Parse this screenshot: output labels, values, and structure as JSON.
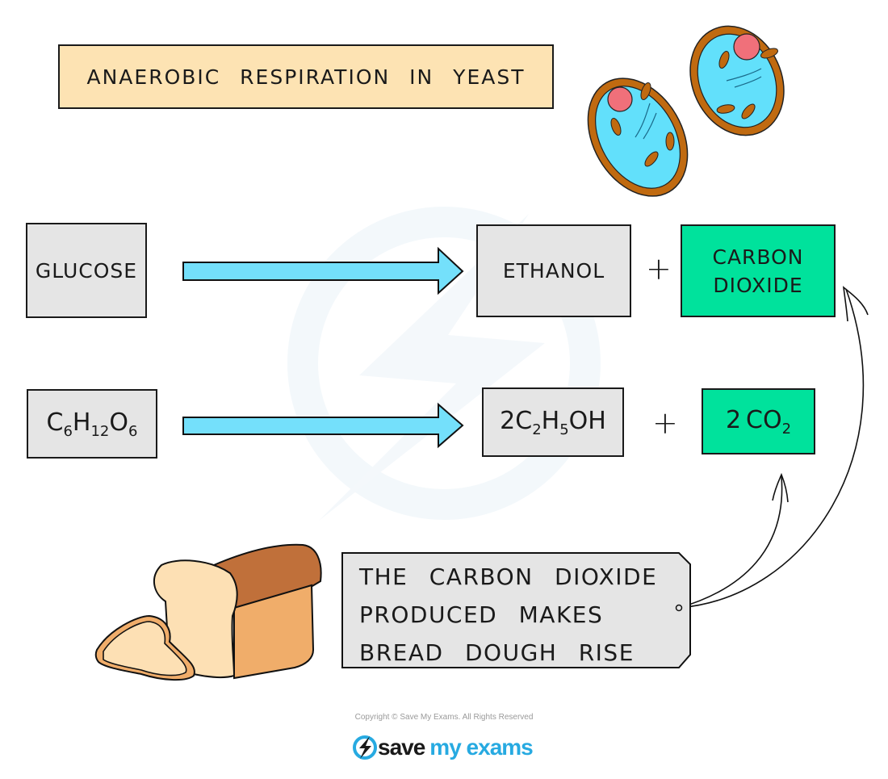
{
  "title": "ANAEROBIC RESPIRATION IN YEAST",
  "word_equation": {
    "reactant": "GLUCOSE",
    "product_1": "ETHANOL",
    "plus": "+",
    "product_2_line1": "CARBON",
    "product_2_line2": "DIOXIDE"
  },
  "symbol_equation": {
    "reactant": {
      "parts": [
        [
          "C",
          "6"
        ],
        [
          "H",
          "12"
        ],
        [
          "O",
          "6"
        ]
      ]
    },
    "product_1": {
      "coefficient": "2",
      "parts": [
        [
          "C",
          "2"
        ],
        [
          "H",
          "5"
        ],
        [
          "OH",
          ""
        ]
      ]
    },
    "plus": "+",
    "product_2": {
      "coefficient": "2",
      "parts": [
        [
          "CO",
          "2"
        ]
      ]
    }
  },
  "note": {
    "lines": [
      "THE CARBON DIOXIDE",
      "PRODUCED MAKES",
      "BREAD DOUGH RISE"
    ]
  },
  "illustrations": {
    "cells": "yeast-cells",
    "bread": "bread-loaf"
  },
  "colors": {
    "title_fill": "#fde3b3",
    "reactant_fill": "#e5e5e5",
    "co2_fill": "#00e29c",
    "arrow_fill": "#74e0fb",
    "cell_wall": "#c06a10",
    "cytoplasm": "#62e0fb",
    "nucleus": "#f0707a",
    "crust": "#c0703a",
    "crumb": "#fde0b4",
    "side": "#f0ad6a",
    "brand_blue": "#27aae1"
  },
  "footer": {
    "copyright": "Copyright © Save My Exams. All Rights Reserved",
    "logo_save": "save",
    "logo_exams": "my exams"
  }
}
